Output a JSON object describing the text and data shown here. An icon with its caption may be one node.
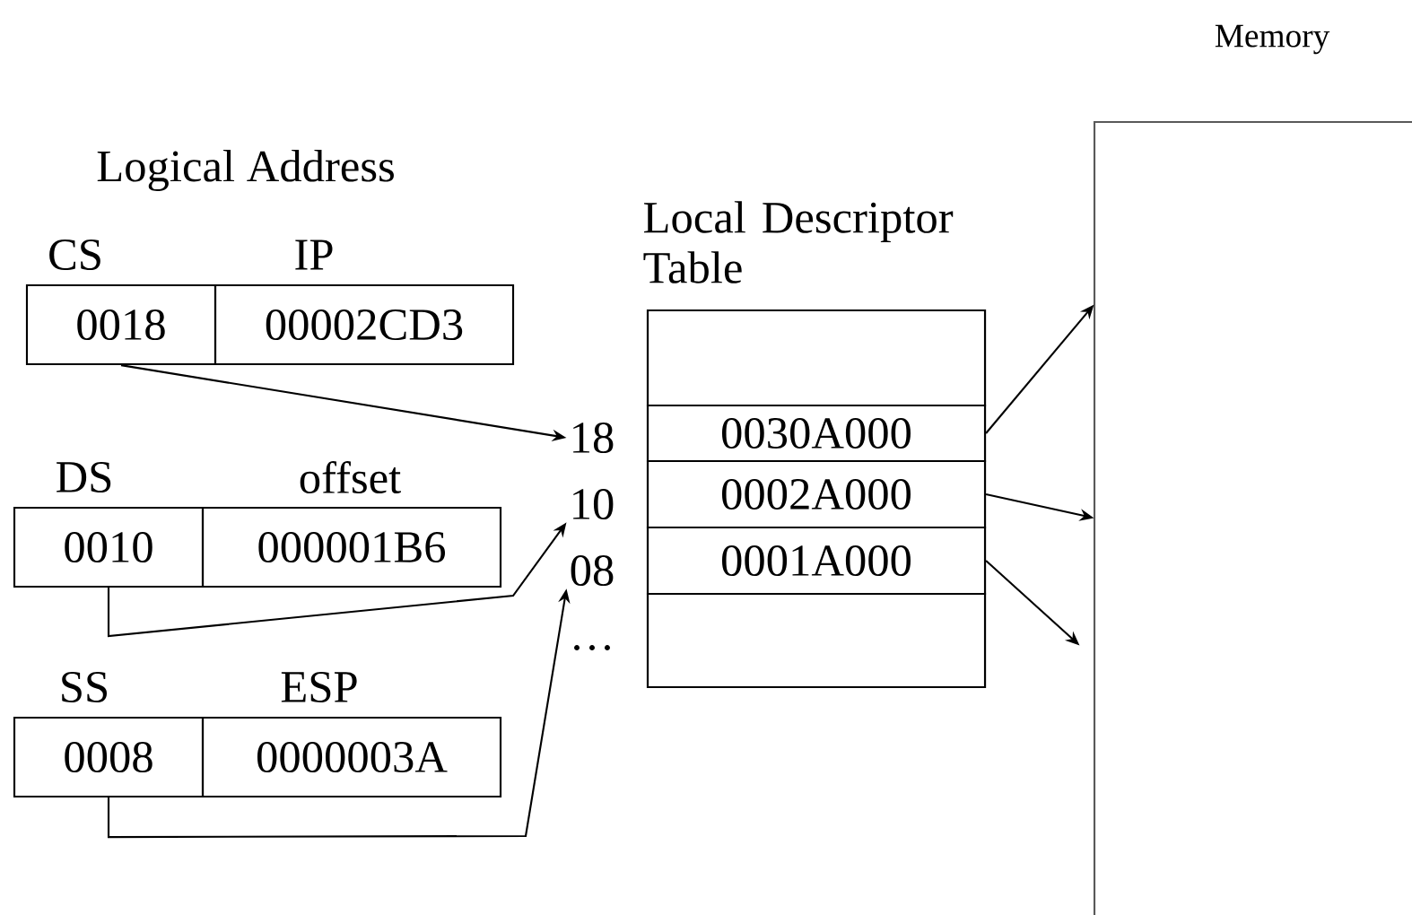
{
  "diagram": {
    "nodes": [
      {
        "text": [
          "CS",
          "0018"
        ]
      },
      {
        "text": [
          "IP",
          "00002CD3"
        ]
      },
      {
        "text": [
          "DS",
          "0010"
        ]
      },
      {
        "text": [
          "offset",
          "000001B6"
        ]
      },
      {
        "text": [
          "SS",
          "0008"
        ]
      },
      {
        "text": [
          "ESP",
          "0000003A"
        ]
      },
      {
        "text": [
          "Local Descriptor Table"
        ]
      },
      {
        "text": [],
        "shape": "box",
        "in": 6
      },
      {
        "text": [
          "0030A000"
        ],
        "in": 6
      },
      {
        "text": [
          "0002A000"
        ],
        "in": 6
      },
      {
        "text": [
          "0001A000"
        ],
        "in": 6
      },
      {
        "text": [],
        "shape": "box",
        "in": 6
      },
      {
        "text": [
          "18"
        ]
      },
      {
        "text": [
          "10"
        ]
      },
      {
        "text": [
          "08"
        ]
      },
      {
        "text": [
          "Memory"
        ]
      }
    ],
    "edges": [
      {
        "from": 0,
        "to": 12,
        "arrow": "to"
      },
      {
        "from": 2,
        "to": 13,
        "arrow": "to"
      },
      {
        "from": 4,
        "to": 14,
        "arrow": "to"
      },
      {
        "from": 8,
        "to": 15,
        "arrow": "to"
      },
      {
        "from": 9,
        "to": 15,
        "arrow": "to"
      },
      {
        "from": 10,
        "to": 15,
        "arrow": "to"
      }
    ],
    "labels": [
      "Logical Address",
      "…"
    ]
  }
}
